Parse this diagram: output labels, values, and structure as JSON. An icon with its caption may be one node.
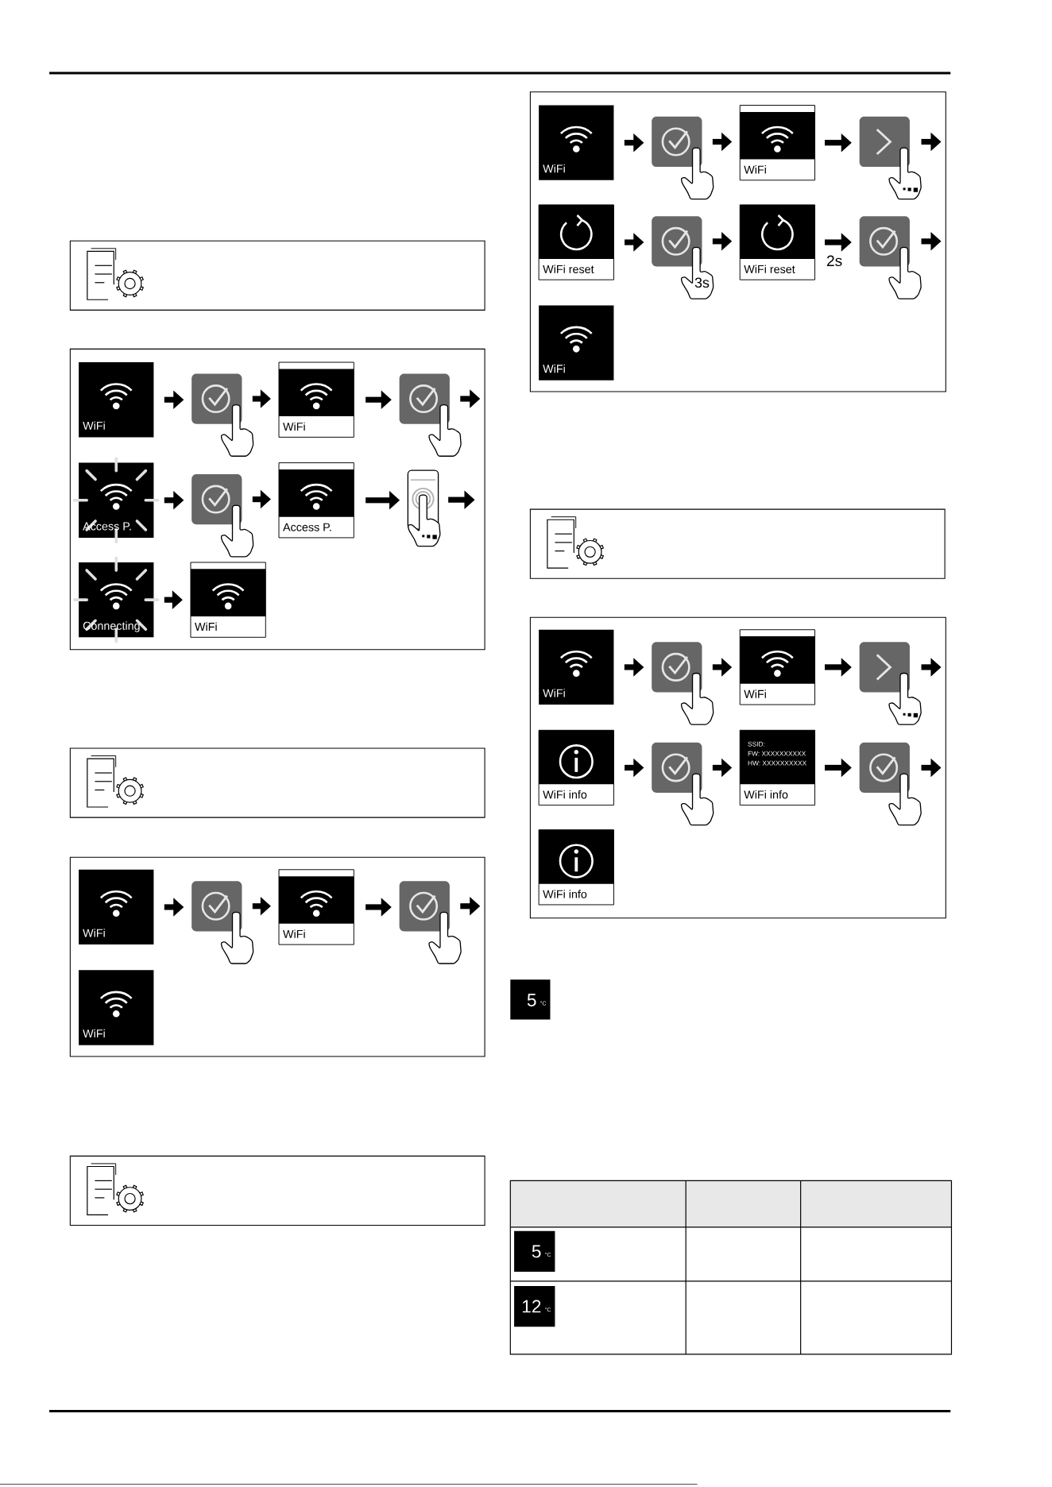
{
  "diagram": {
    "nodes": [
      {
        "text": [],
        "shape": "box"
      },
      {
        "text": [
          "WiFi"
        ],
        "in": 0
      },
      {
        "text": [],
        "shape": "picture",
        "in": 0
      },
      {
        "text": [
          "WiFi"
        ],
        "in": 0
      },
      {
        "text": [],
        "shape": "picture",
        "in": 0
      },
      {
        "text": [
          "Access P."
        ],
        "in": 0
      },
      {
        "text": [],
        "shape": "picture",
        "in": 0
      },
      {
        "text": [
          "Access P."
        ],
        "in": 0
      },
      {
        "text": [],
        "shape": "picture",
        "in": 0
      },
      {
        "text": [
          "Connecting"
        ],
        "in": 0
      },
      {
        "text": [
          "WiFi"
        ],
        "in": 0
      },
      {
        "text": [],
        "shape": "box"
      },
      {
        "text": [
          "WiFi"
        ],
        "in": 11
      },
      {
        "text": [],
        "shape": "picture",
        "in": 11
      },
      {
        "text": [
          "WiFi"
        ],
        "in": 11
      },
      {
        "text": [],
        "shape": "picture",
        "in": 11
      },
      {
        "text": [
          "WiFi"
        ],
        "in": 11
      },
      {
        "text": [],
        "shape": "box"
      },
      {
        "text": [
          "WiFi"
        ],
        "in": 17
      },
      {
        "text": [],
        "shape": "picture",
        "in": 17
      },
      {
        "text": [
          "WiFi"
        ],
        "in": 17
      },
      {
        "text": [],
        "shape": "picture",
        "in": 17
      },
      {
        "text": [
          "WiFi reset"
        ],
        "in": 17
      },
      {
        "text": [
          "3s"
        ],
        "in": 17
      },
      {
        "text": [
          "WiFi reset"
        ],
        "in": 17
      },
      {
        "text": [],
        "shape": "picture",
        "in": 17
      },
      {
        "text": [
          "WiFi"
        ],
        "in": 17
      },
      {
        "text": [],
        "shape": "box"
      },
      {
        "text": [
          "WiFi"
        ],
        "in": 27
      },
      {
        "text": [],
        "shape": "picture",
        "in": 27
      },
      {
        "text": [
          "WiFi"
        ],
        "in": 27
      },
      {
        "text": [],
        "shape": "picture",
        "in": 27
      },
      {
        "text": [
          "WiFi info"
        ],
        "in": 27
      },
      {
        "text": [],
        "shape": "picture",
        "in": 27
      },
      {
        "text": [
          "SSID:",
          "FW:   XXXXXXXXXX",
          "HW:   XXXXXXXXXX",
          "WiFi info"
        ],
        "in": 27
      },
      {
        "text": [],
        "shape": "picture",
        "in": 27
      },
      {
        "text": [
          "WiFi info"
        ],
        "in": 27
      },
      {
        "text": [
          "5",
          "°C"
        ]
      },
      {
        "text": [
          "5",
          "°C"
        ]
      },
      {
        "text": [
          "12",
          "°C"
        ]
      }
    ],
    "edges": [
      {
        "from": 1,
        "to": 2,
        "arrow": "to"
      },
      {
        "from": 2,
        "to": 3,
        "arrow": "to"
      },
      {
        "from": 3,
        "to": 4,
        "arrow": "to"
      },
      {
        "from": 4,
        "to": null,
        "arrow": "to"
      },
      {
        "from": 5,
        "to": 6,
        "arrow": "to"
      },
      {
        "from": 6,
        "to": 7,
        "arrow": "to"
      },
      {
        "from": 7,
        "to": 8,
        "arrow": "to"
      },
      {
        "from": 8,
        "to": null,
        "arrow": "to"
      },
      {
        "from": 9,
        "to": 10,
        "arrow": "to"
      },
      {
        "from": 12,
        "to": 13,
        "arrow": "to"
      },
      {
        "from": 13,
        "to": 14,
        "arrow": "to"
      },
      {
        "from": 14,
        "to": 15,
        "arrow": "to"
      },
      {
        "from": 15,
        "to": null,
        "arrow": "to"
      },
      {
        "from": 18,
        "to": 19,
        "arrow": "to"
      },
      {
        "from": 19,
        "to": 20,
        "arrow": "to"
      },
      {
        "from": 20,
        "to": 21,
        "arrow": "to"
      },
      {
        "from": 21,
        "to": null,
        "arrow": "to"
      },
      {
        "from": 22,
        "to": 23,
        "arrow": "to"
      },
      {
        "from": 23,
        "to": 24,
        "arrow": "to"
      },
      {
        "from": 24,
        "to": 25,
        "arrow": "to",
        "label": "2s"
      },
      {
        "from": 25,
        "to": null,
        "arrow": "to"
      },
      {
        "from": 28,
        "to": 29,
        "arrow": "to"
      },
      {
        "from": 29,
        "to": 30,
        "arrow": "to"
      },
      {
        "from": 30,
        "to": 31,
        "arrow": "to"
      },
      {
        "from": 31,
        "to": null,
        "arrow": "to"
      },
      {
        "from": 32,
        "to": 33,
        "arrow": "to"
      },
      {
        "from": 33,
        "to": 34,
        "arrow": "to"
      },
      {
        "from": 34,
        "to": 35,
        "arrow": "to"
      },
      {
        "from": 35,
        "to": null,
        "arrow": "to"
      }
    ]
  }
}
